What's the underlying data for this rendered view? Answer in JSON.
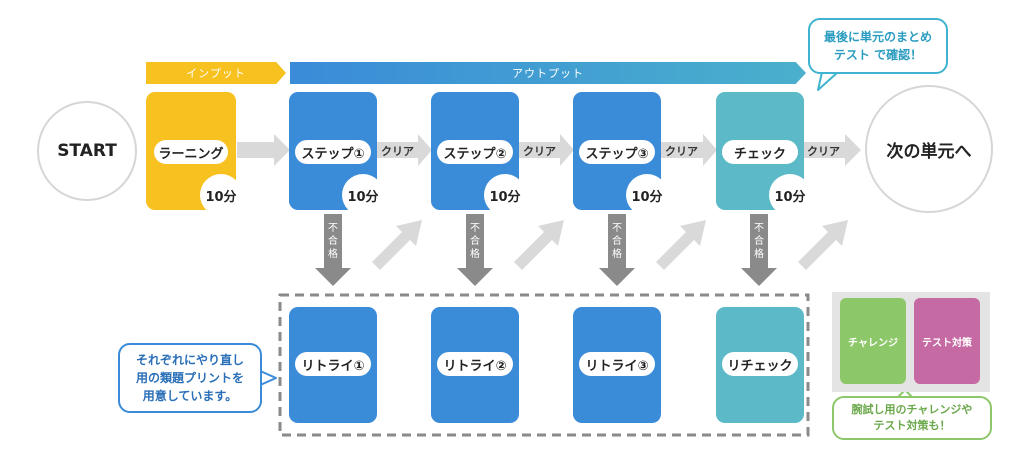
{
  "banners": {
    "input": "インプット",
    "output": "アウトプット"
  },
  "start": "START",
  "end": "次の単元へ",
  "learning": {
    "label": "ラーニング",
    "time": "10分"
  },
  "steps": [
    {
      "label": "ステップ①",
      "time": "10分"
    },
    {
      "label": "ステップ②",
      "time": "10分"
    },
    {
      "label": "ステップ③",
      "time": "10分"
    },
    {
      "label": "チェック",
      "time": "10分"
    }
  ],
  "clear_label": "クリア",
  "fail_label": "不合格",
  "retries": [
    "リトライ①",
    "リトライ②",
    "リトライ③",
    "リチェック"
  ],
  "callout_top": {
    "line1": "最後に単元のまとめ",
    "line2": "テスト で確認！"
  },
  "callout_left": {
    "line1": "それぞれにやり直し",
    "line2": "用の類題プリントを",
    "line3": "用意しています。"
  },
  "extras": {
    "challenge": "チャレンジ",
    "test_prep": "テスト対策"
  },
  "callout_right": {
    "line1": "腕試し用のチャレンジや",
    "line2": "テスト対策も！"
  },
  "colors": {
    "input": "#f7c120",
    "step": "#3a8bd8",
    "check": "#5bb9c8",
    "challenge": "#8cc769",
    "test_prep": "#c66aa3",
    "arrow": "#d9d9d9",
    "fail_arrow": "#8a8a8a"
  }
}
